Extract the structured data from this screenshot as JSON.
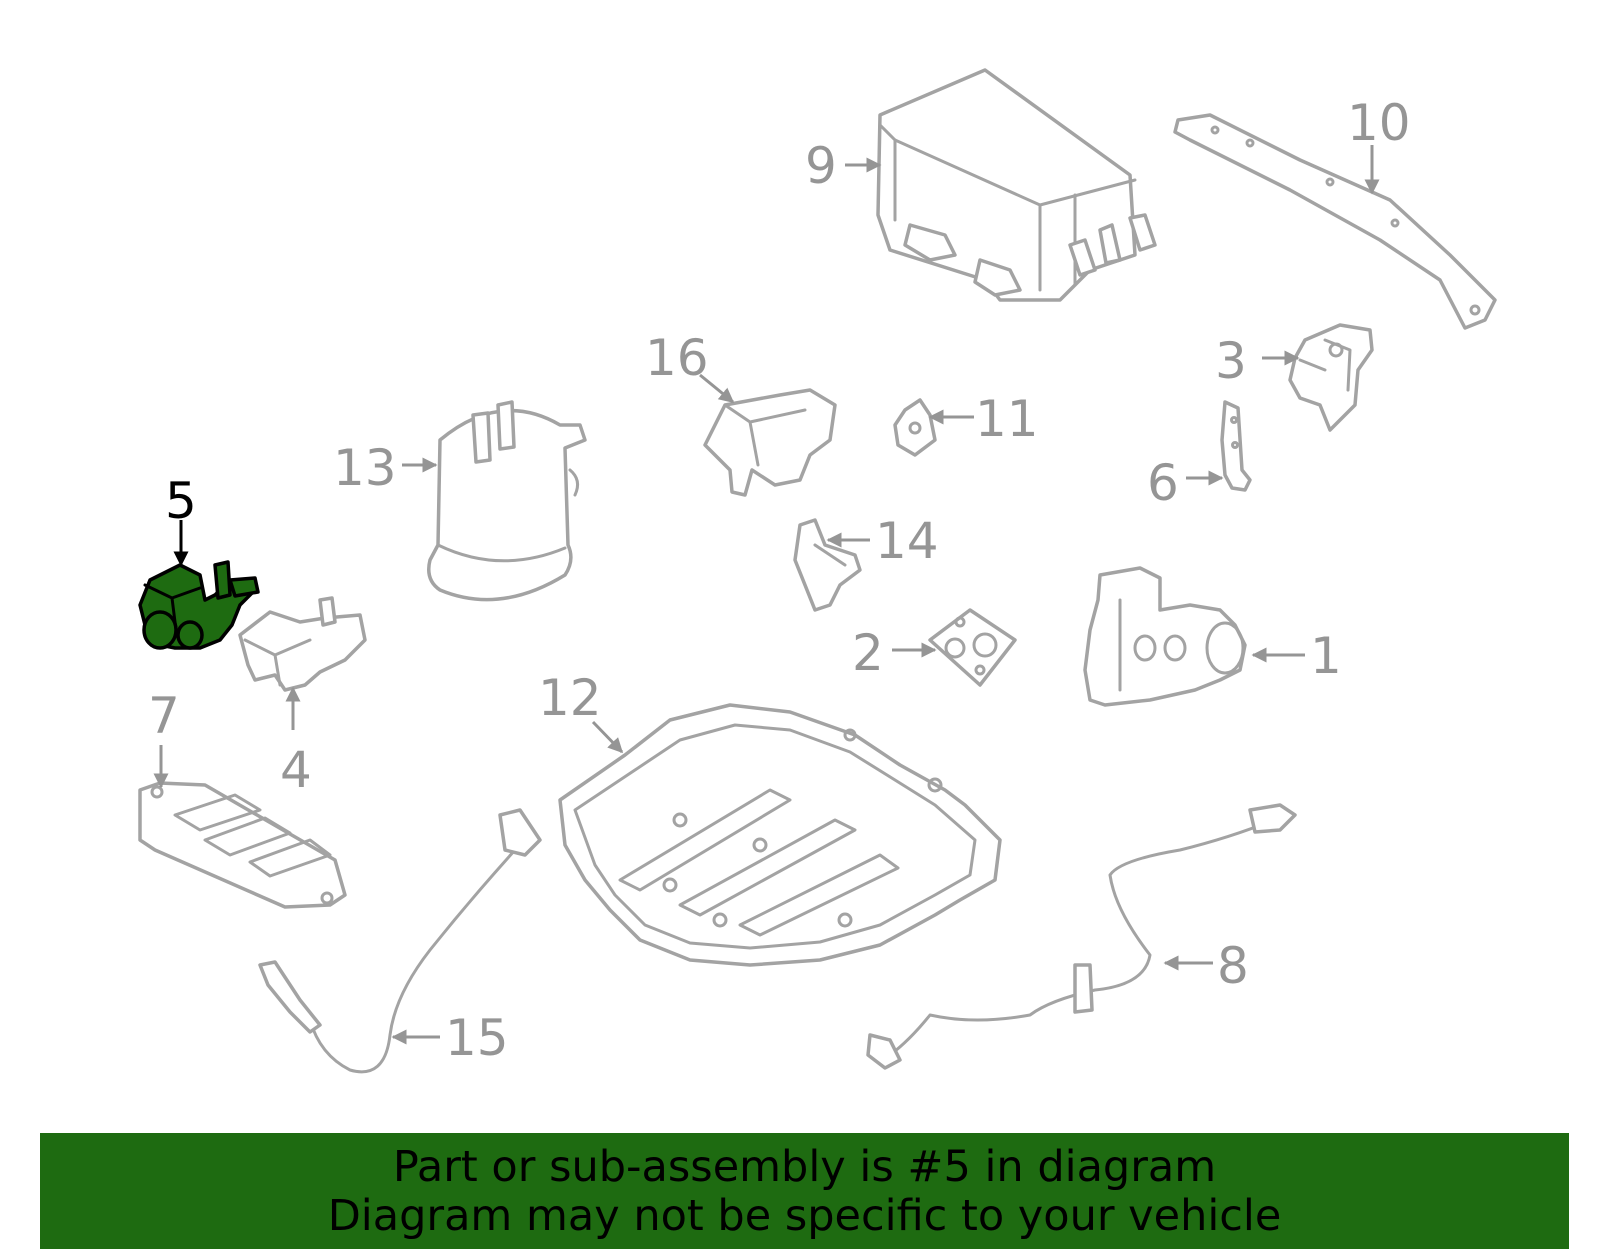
{
  "callouts": {
    "c1": "1",
    "c2": "2",
    "c3": "3",
    "c4": "4",
    "c5": "5",
    "c6": "6",
    "c7": "7",
    "c8": "8",
    "c9": "9",
    "c10": "10",
    "c11": "11",
    "c12": "12",
    "c13": "13",
    "c14": "14",
    "c15": "15",
    "c16": "16"
  },
  "highlight": {
    "part": "5",
    "color": "#1e6b11"
  },
  "banner": {
    "line1": "Part or sub-assembly is #5 in diagram",
    "line2": "Diagram may not be specific to your vehicle",
    "background": "#1e6b11"
  }
}
